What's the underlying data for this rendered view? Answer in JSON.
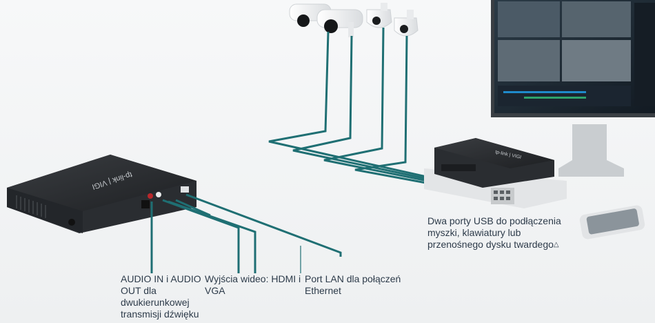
{
  "labels": {
    "usb_ports": "Dwa porty USB do podłączenia myszki, klawiatury lub przenośnego dysku twardego",
    "usb_mark": "△",
    "audio": "AUDIO IN i AUDIO OUT dla dwukierunkowej transmisji dźwięku",
    "video": "Wyjścia wideo: HDMI i VGA",
    "lan": "Port LAN dla połączeń Ethernet"
  },
  "device_branding": {
    "nvr_logo_text": "tp-link | VIGI",
    "switch_logo_text": "tp-link | VIGI"
  },
  "colors": {
    "cable": "#1f6f73",
    "background": "#f4f5f6",
    "device_dark": "#2a2d31",
    "text": "#2d3b4a"
  }
}
